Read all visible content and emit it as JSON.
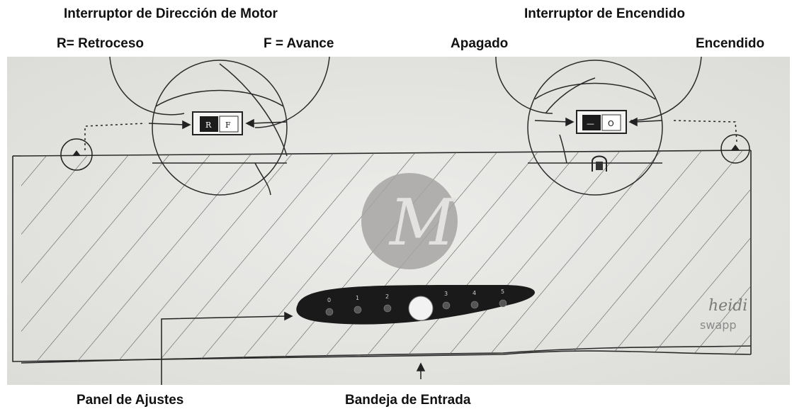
{
  "labels": {
    "motor_switch_title": "Interruptor de Dirección de Motor",
    "reverse": "R= Retroceso",
    "forward": "F = Avance",
    "power_switch_title": "Interruptor de Encendido",
    "off": "Apagado",
    "on": "Encendido",
    "settings_panel": "Panel de Ajustes",
    "input_tray": "Bandeja de Entrada"
  },
  "motor_switch": {
    "r": "R",
    "f": "F"
  },
  "power_switch": {
    "off_symbol": "—",
    "on_symbol": "O"
  },
  "settings_numbers": [
    "0",
    "1",
    "2",
    "3",
    "4",
    "5"
  ],
  "watermark": {
    "letter": "M"
  },
  "brand_logo": {
    "script": "heidi",
    "text": "swapp"
  }
}
